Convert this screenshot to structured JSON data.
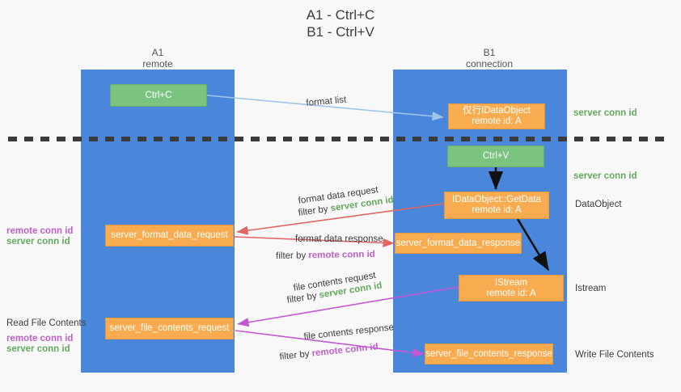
{
  "title": {
    "line1": "A1 - Ctrl+C",
    "line2": "B1 - Ctrl+V"
  },
  "lanes": {
    "left": {
      "name": "A1",
      "role": "remote"
    },
    "right": {
      "name": "B1",
      "role": "connection"
    }
  },
  "colors": {
    "lane": "#4a86d9",
    "orange_box": "#f9ac4f",
    "green_box": "#7ac47f",
    "server_conn_id": "#63a95e",
    "remote_conn_id": "#bf5fc9",
    "arrow_format_list": "#9fc5e8",
    "arrow_format_data": "#e06666",
    "arrow_file_contents": "#c457d4",
    "arrow_internal": "#000000",
    "divider": "#3b3b3b"
  },
  "boxes": {
    "ctrl_c": {
      "line1": "Ctrl+C",
      "line2": ""
    },
    "ctrl_v": {
      "line1": "Ctrl+V",
      "line2": ""
    },
    "idataobject": {
      "line1": "仅行IDataObject",
      "line2": "remote id: A"
    },
    "getdata": {
      "line1": "IDataObject::GetData",
      "line2": "remote id: A"
    },
    "istream": {
      "line1": "IStream",
      "line2": "remote id: A"
    },
    "format_data_request": {
      "line1": "server_format_data_request",
      "line2": ""
    },
    "format_data_response": {
      "line1": "server_format_data_response",
      "line2": ""
    },
    "file_contents_request": {
      "line1": "server_file_contents_request",
      "line2": ""
    },
    "file_contents_response": {
      "line1": "server_file_contents_response",
      "line2": ""
    }
  },
  "flow_labels": {
    "format_list": "format list",
    "format_data_request": "format data request",
    "format_data_request_filter_pre": "filter by ",
    "format_data_request_filter_key": "server conn id",
    "format_data_response": "format data response",
    "format_data_response_filter_pre": "filter by ",
    "format_data_response_filter_key": "remote conn id",
    "file_contents_request": "file contents request",
    "file_contents_request_filter_pre": "filter by ",
    "file_contents_request_filter_key": "server conn id",
    "file_contents_response": "file contents response",
    "file_contents_response_filter_pre": "filter by ",
    "file_contents_response_filter_key": "remote conn id"
  },
  "right_labels": {
    "server_conn_id_top": "server conn id",
    "server_conn_id_mid": "server conn id",
    "dataobject": "DataObject",
    "istream": "Istream",
    "write_file_contents": "Write File Contents"
  },
  "left_labels": {
    "remote_conn_id_upper": "remote conn id",
    "server_conn_id_upper": "server conn id",
    "read_file_contents": "Read File Contents",
    "remote_conn_id_lower": "remote conn id",
    "server_conn_id_lower": "server conn id"
  }
}
